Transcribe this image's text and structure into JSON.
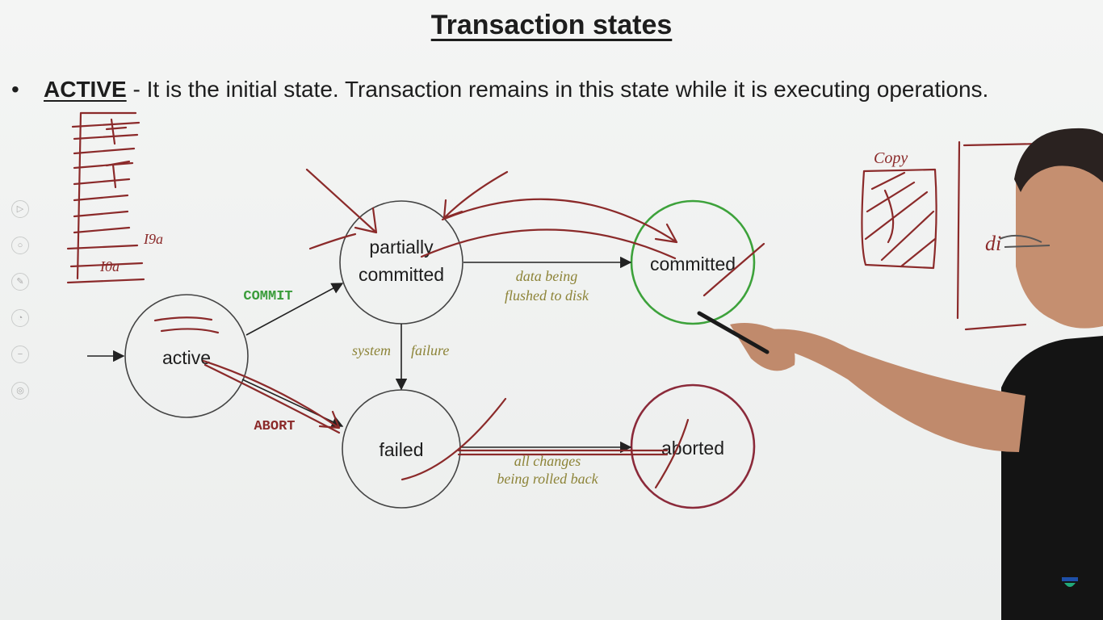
{
  "slide": {
    "title": "Transaction states",
    "bullet": {
      "term": "ACTIVE",
      "text": " - It is the initial state. Transaction remains in this state while it is executing operations."
    }
  },
  "diagram": {
    "states": {
      "partially_committed": [
        "partially",
        "committed"
      ],
      "committed": "committed",
      "active": "active",
      "failed": "failed",
      "aborted": "aborted"
    },
    "transitions": {
      "commit": "COMMIT",
      "abort": "ABORT"
    },
    "notes": {
      "flush_line1": "data being",
      "flush_line2": "flushed to disk",
      "system": "system",
      "failure": "failure",
      "rollback_line1": "all changes",
      "rollback_line2": "being rolled back"
    },
    "colors": {
      "committed_ring": "#3da23b",
      "aborted_ring": "#8b2a3a",
      "commit_label": "#3a9c3a",
      "abort_label": "#8b2a2a",
      "ink": "#8b2a2a"
    }
  },
  "annotations": {
    "log_labels": [
      "I9a",
      "I0a"
    ],
    "copy_label": "Copy",
    "disk_label": "di"
  }
}
